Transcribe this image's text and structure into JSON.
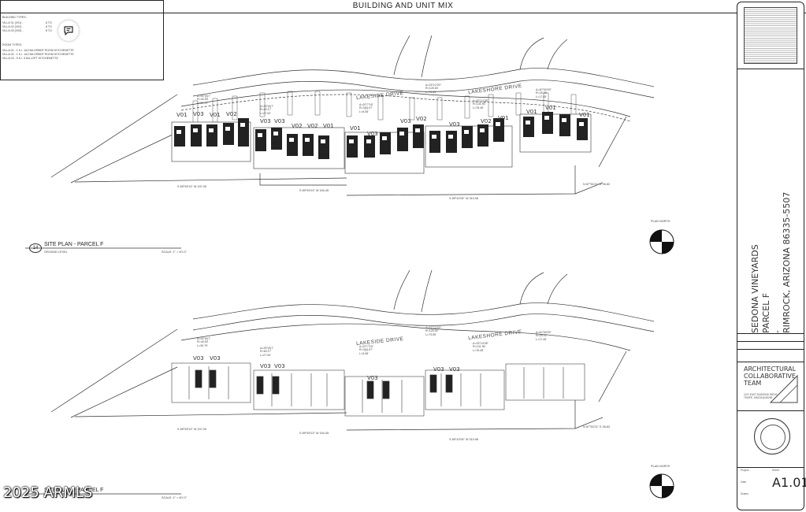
{
  "mix_box": {
    "title": "BUILDING AND UNIT MIX",
    "building_types_label": "BUILDING TYPES:",
    "building_types": [
      "VILLA 01 (V01) -",
      "VILLA 02 (V02) -",
      "VILLA 03 (V03) -"
    ],
    "building_counts": [
      "8 TO",
      "8 TO",
      "8 TO"
    ],
    "room_types_label": "ROOM TYPES:",
    "room_types": [
      "VILLA 01 - 1 K.I. 1&2 BA GRBNT ROOM KITCHENETTE",
      "VILLA 02 - 1 K.I. 1&2 BA GRBNT ROOM KITCHENETTE",
      "VILLA 03 - 5 K.I. 5 BA LOFT KITCHENETTE"
    ]
  },
  "streets": {
    "lakeside": "LAKESIDE DRIVE",
    "lakeshore": "LAKESHORE DRIVE"
  },
  "plan_top": {
    "units": [
      {
        "label": "V01"
      },
      {
        "label": "V03"
      },
      {
        "label": "V01"
      },
      {
        "label": "V02"
      },
      {
        "label": "V03"
      },
      {
        "label": "V03"
      },
      {
        "label": "V02"
      },
      {
        "label": "V02"
      },
      {
        "label": "V01"
      },
      {
        "label": "V01"
      },
      {
        "label": "V03"
      },
      {
        "label": "V03"
      },
      {
        "label": "V02"
      },
      {
        "label": "V03"
      },
      {
        "label": "V02"
      },
      {
        "label": "V01"
      },
      {
        "label": "V01"
      },
      {
        "label": "V01"
      },
      {
        "label": "V01"
      }
    ],
    "curves": [
      "Δ=30°(0)7'\nR=40.00'\nL=30.79'",
      "Δ=25°(0)7'\nR=63.17'\nL=27.94'",
      "Δ=20°7'16\"\nR=3(0).07'\nL=5.08'",
      "Δ=33°12'20\"\nR=125.00'\nL=73.55'",
      "Δ=33°14'35\"\nR=131.90'\nL=76.45'",
      "Δ=40°00'00\"\nR=25.00'\nL=17.45'"
    ],
    "bearings": [
      "S 89°59'13\" W 157.00",
      "S 89°59'13\" W 164.45",
      "S 89°42'05\" W 310.96",
      "N 87°50'21\" E 26.82"
    ],
    "plan_title": "SITE PLAN - PARCEL F",
    "plan_sub": "GROUND LEVEL",
    "plan_scale": "SCALE: 1\" = 40'-0\"",
    "plan_number": "14",
    "north": "PLAN NORTH"
  },
  "plan_bottom": {
    "units": [
      {
        "label": "V03"
      },
      {
        "label": "V03"
      },
      {
        "label": "V03"
      },
      {
        "label": "V03"
      },
      {
        "label": "V03"
      },
      {
        "label": "V03"
      },
      {
        "label": "V03"
      }
    ],
    "plan_title": "SITE PLAN - PARCEL F",
    "plan_scale": "SCALE: 1\" = 40'-0\"",
    "north": "PLAN NORTH"
  },
  "title_block": {
    "project_line1": "SEDONA VINEYARDS",
    "project_line2": "PARCEL F",
    "project_line3": "-",
    "project_line4": "RIMROCK, ARIZONA 86335-5507",
    "firm_line1": "ARCHITECTURAL",
    "firm_line2": "COLLABORATIVE",
    "firm_line3": "TEAM",
    "firm_address": "1122 EAST DIAMOND DRIVE\nTEMPE, ARIZONA 85283",
    "sheet_number": "A1.01",
    "project_label": "Project",
    "date_label": "Date",
    "drawn_label": "Drawn",
    "sheet_label": "Sheet"
  },
  "watermark": "2025 ARMLS"
}
